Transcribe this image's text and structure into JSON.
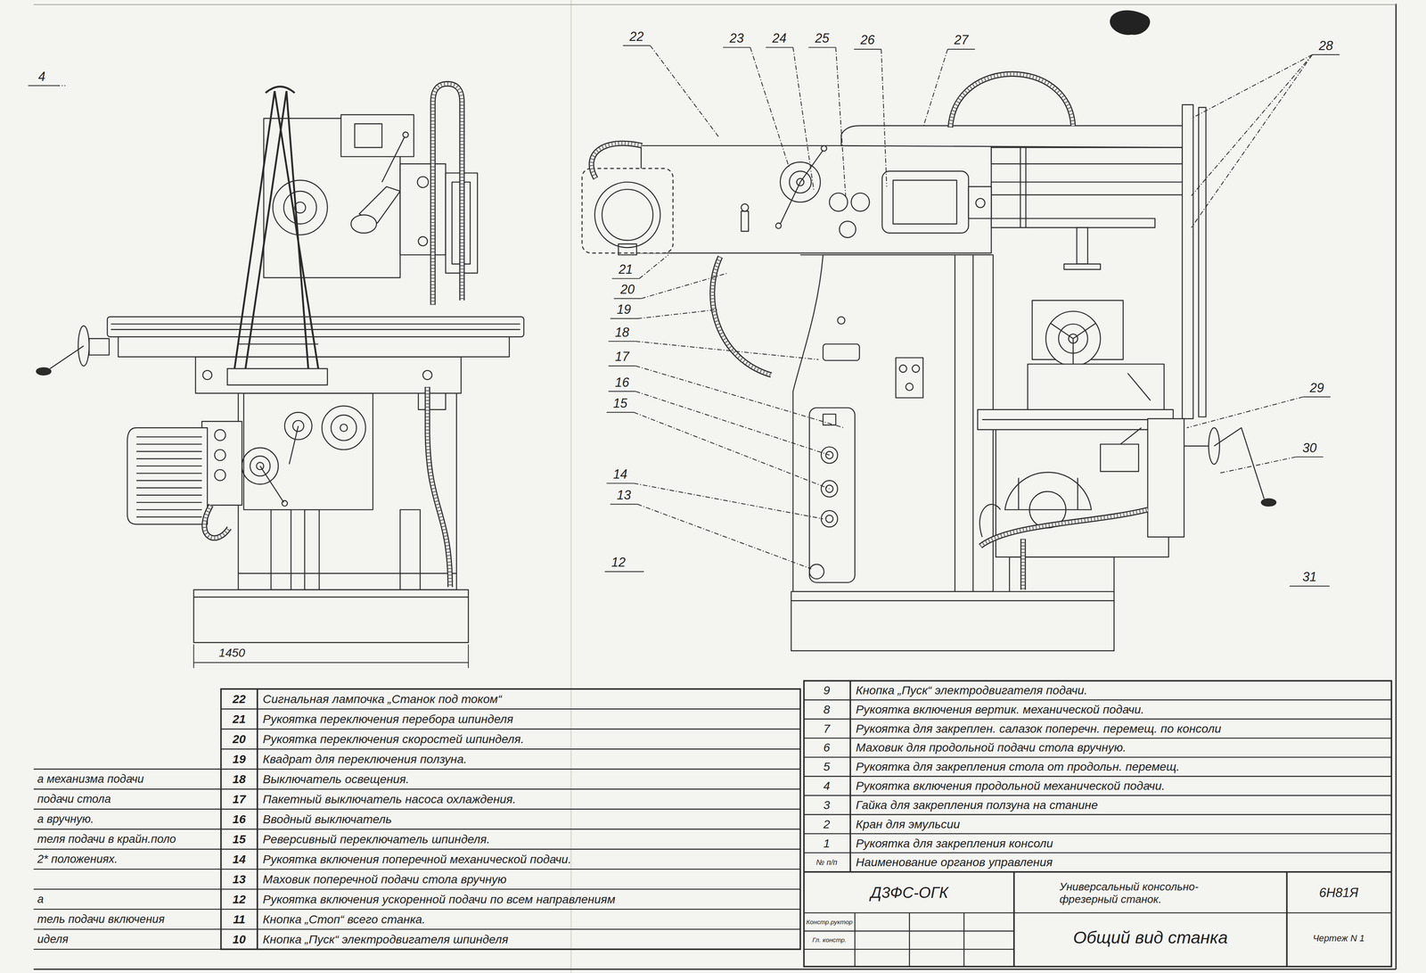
{
  "diagram": {
    "labels": [
      "4",
      "22",
      "23",
      "24",
      "25",
      "26",
      "27",
      "28",
      "21",
      "20",
      "19",
      "18",
      "17",
      "16",
      "15",
      "14",
      "13",
      "12",
      "29",
      "30",
      "31",
      "1450",
      "а механизма подачи",
      "подачи стола",
      "а вручную.",
      "теля подачи в крайн.поло",
      "2* положениях.",
      "а",
      "тель подачи включения",
      "иделя",
      "22",
      "Сигнальная лампочка „Станок под током“",
      "21",
      "Рукоятка переключения перебора шпинделя",
      "20",
      "Рукоятка переключения скоростей шпинделя.",
      "19",
      "Квадрат для переключения ползуна.",
      "18",
      "Выключатель освещения.",
      "17",
      "Пакетный выключатель насоса охлаждения.",
      "16",
      "Вводный выключатель",
      "15",
      "Реверсивный переключатель шпинделя.",
      "14",
      "Рукоятка включения поперечной механической подачи.",
      "13",
      "Маховик поперечной подачи стола вручную",
      "12",
      "Рукоятка включения ускоренной подачи по всем направлениям",
      "11",
      "Кнопка „Стоп“ всего станка.",
      "10",
      "Кнопка „Пуск“ электродвигателя шпинделя",
      "9",
      "Кнопка „Пуск“ электродвигателя подачи.",
      "8",
      "Рукоятка включения вертик. механической подачи.",
      "7",
      "Рукоятка для закреплен. салазок поперечн. перемещ. по консоли",
      "6",
      "Маховик для продольной подачи стола вручную.",
      "5",
      "Рукоятка для закрепления стола от продольн. перемещ.",
      "4",
      "Рукоятка включения продольной механической подачи.",
      "3",
      "Гайка для закрепления ползуна на станине",
      "2",
      "Кран для эмульсии",
      "1",
      "Рукоятка для закрепления консоли",
      "№ п/п",
      "Наименование органов управления",
      "Д3ФС-ОГК",
      "Универсальный консольно-фрезерный станок.",
      "6Н81Я",
      "Констр.руктор",
      "Гл. констр.",
      "Общий вид станка",
      "Чертеж N 1"
    ]
  }
}
